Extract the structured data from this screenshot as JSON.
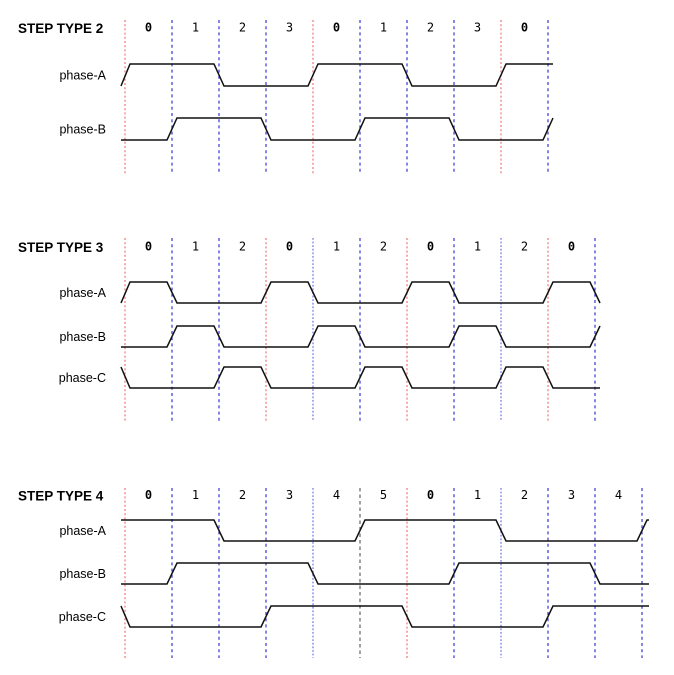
{
  "palette": {
    "red_line": "#f08080",
    "blue_line": "#4444d4",
    "lightblue_line": "#a8aaf2",
    "black_line": "#555555",
    "waveform": "#111111",
    "text": "#000000"
  },
  "sections": [
    {
      "title": "STEP TYPE 2",
      "steps": [
        {
          "text": "0",
          "bold": true
        },
        {
          "text": "1",
          "bold": false
        },
        {
          "text": "2",
          "bold": false
        },
        {
          "text": "3",
          "bold": false
        },
        {
          "text": "0",
          "bold": true
        },
        {
          "text": "1",
          "bold": false
        },
        {
          "text": "2",
          "bold": false
        },
        {
          "text": "3",
          "bold": false
        },
        {
          "text": "0",
          "bold": true
        }
      ],
      "lines": [
        "red",
        "blue",
        "blue",
        "blue",
        "red",
        "blue",
        "blue",
        "blue",
        "red",
        "blue"
      ],
      "phases": [
        {
          "name": "phase-A",
          "pre": 0,
          "levels": [
            1,
            1,
            0,
            0,
            1,
            1,
            0,
            0,
            1
          ],
          "post": 1
        },
        {
          "name": "phase-B",
          "pre": 0,
          "levels": [
            0,
            1,
            1,
            0,
            0,
            1,
            1,
            0,
            0
          ],
          "post": 1
        }
      ]
    },
    {
      "title": "STEP TYPE 3",
      "steps": [
        {
          "text": "0",
          "bold": true
        },
        {
          "text": "1",
          "bold": false
        },
        {
          "text": "2",
          "bold": false
        },
        {
          "text": "0",
          "bold": true
        },
        {
          "text": "1",
          "bold": false
        },
        {
          "text": "2",
          "bold": false
        },
        {
          "text": "0",
          "bold": true
        },
        {
          "text": "1",
          "bold": false
        },
        {
          "text": "2",
          "bold": false
        },
        {
          "text": "0",
          "bold": true
        }
      ],
      "lines": [
        "red",
        "blue",
        "blue",
        "red",
        "lightblue",
        "blue",
        "red",
        "blue",
        "lightblue",
        "red",
        "blue"
      ],
      "phases": [
        {
          "name": "phase-A",
          "pre": 0,
          "levels": [
            1,
            0,
            0,
            1,
            0,
            0,
            1,
            0,
            0,
            1
          ],
          "post": 0
        },
        {
          "name": "phase-B",
          "pre": 0,
          "levels": [
            0,
            1,
            0,
            0,
            1,
            0,
            0,
            1,
            0,
            0
          ],
          "post": 1
        },
        {
          "name": "phase-C",
          "pre": 1,
          "levels": [
            0,
            0,
            1,
            0,
            0,
            1,
            0,
            0,
            1,
            0
          ],
          "post": 0
        }
      ]
    },
    {
      "title": "STEP TYPE 4",
      "steps": [
        {
          "text": "0",
          "bold": true
        },
        {
          "text": "1",
          "bold": false
        },
        {
          "text": "2",
          "bold": false
        },
        {
          "text": "3",
          "bold": false
        },
        {
          "text": "4",
          "bold": false
        },
        {
          "text": "5",
          "bold": false
        },
        {
          "text": "0",
          "bold": true
        },
        {
          "text": "1",
          "bold": false
        },
        {
          "text": "2",
          "bold": false
        },
        {
          "text": "3",
          "bold": false
        },
        {
          "text": "4",
          "bold": false
        }
      ],
      "lines": [
        "red",
        "blue",
        "blue",
        "blue",
        "lightblue",
        "black",
        "red",
        "blue",
        "lightblue",
        "blue",
        "blue",
        "blue"
      ],
      "phases": [
        {
          "name": "phase-A",
          "pre": 1,
          "levels": [
            1,
            1,
            0,
            0,
            0,
            1,
            1,
            1,
            0,
            0,
            0
          ],
          "post": 1
        },
        {
          "name": "phase-B",
          "pre": 0,
          "levels": [
            0,
            1,
            1,
            1,
            0,
            0,
            0,
            1,
            1,
            1,
            0
          ],
          "post": 0
        },
        {
          "name": "phase-C",
          "pre": 1,
          "levels": [
            0,
            0,
            0,
            1,
            1,
            1,
            0,
            0,
            0,
            1,
            1
          ],
          "post": 1
        }
      ]
    }
  ]
}
